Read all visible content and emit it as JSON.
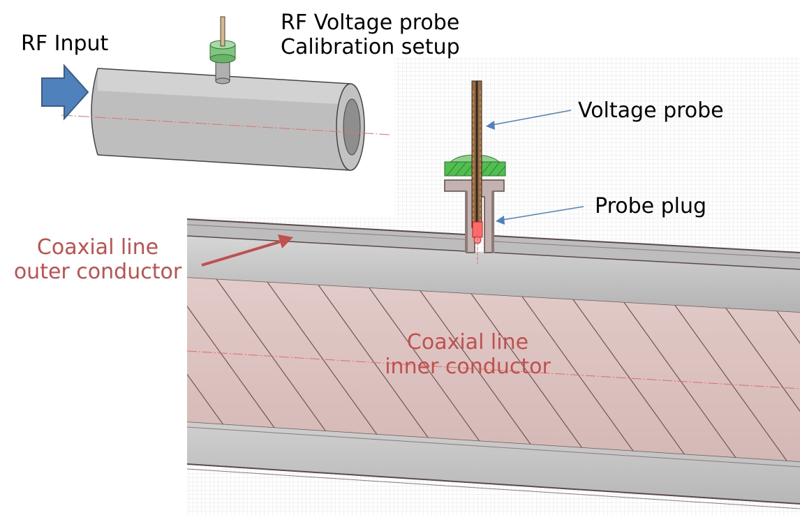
{
  "labels": {
    "rf_input": "RF Input",
    "calibration_title_line1": "RF Voltage probe",
    "calibration_title_line2": "Calibration setup",
    "voltage_probe": "Voltage probe",
    "probe_plug": "Probe plug",
    "outer_conductor_line1": "Coaxial line",
    "outer_conductor_line2": "outer conductor",
    "inner_conductor_line1": "Coaxial line",
    "inner_conductor_line2": "inner conductor"
  },
  "colors": {
    "label_text": "#000000",
    "label_red": "#c0504d",
    "arrow_blue": "#4f81bd",
    "arrow_red": "#c0504d",
    "pipe_gray": "#c8c8c8",
    "inner_conductor_fill": "#ddc4c2",
    "probe_plug_green": "#4fbf4f",
    "probe_tip_red": "#ff5a5a",
    "mesh_line": "#e4e4e4"
  },
  "icons": {
    "rf_input_arrow": "block-arrow-right"
  }
}
